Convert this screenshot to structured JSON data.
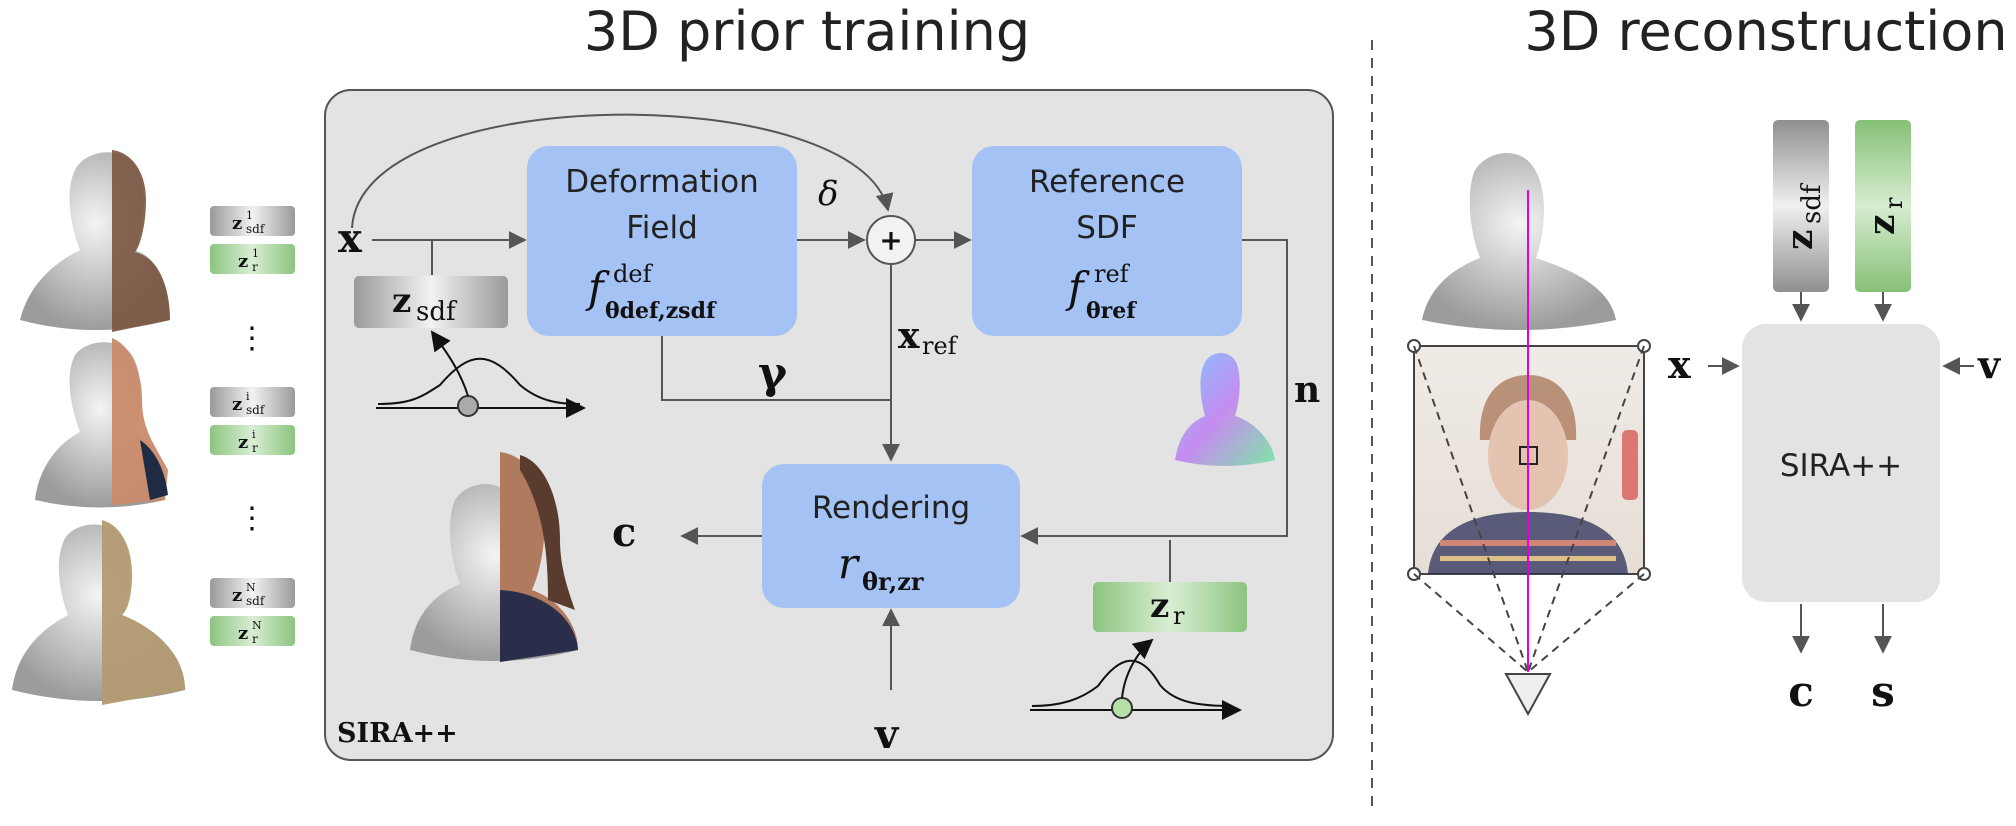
{
  "titles": {
    "left": "3D prior training",
    "right": "3D reconstruction"
  },
  "sira_box": {
    "label": "SIRA++"
  },
  "deformation_field": {
    "line1": "Deformation",
    "line2": "Field",
    "formula_main": "f",
    "formula_sup": "def",
    "formula_sub": "θdef,zsdf"
  },
  "reference_sdf": {
    "line1": "Reference",
    "line2": "SDF",
    "formula_main": "f",
    "formula_sup": "ref",
    "formula_sub": "θref"
  },
  "rendering": {
    "label": "Rendering",
    "formula_main": "r",
    "formula_sub": "θr,zr"
  },
  "symbols": {
    "x": "x",
    "delta": "δ",
    "plus": "+",
    "x_ref_main": "x",
    "x_ref_sub": "ref",
    "gamma": "γ",
    "n": "n",
    "c": "c",
    "v": "v",
    "s": "s"
  },
  "latents": {
    "z_sdf_main": "z",
    "z_sdf_sub": "sdf",
    "z_r_main": "z",
    "z_r_sub": "r"
  },
  "latent_list": [
    {
      "sdf_sup": "1",
      "r_sup": "1"
    },
    {
      "sdf_sup": "i",
      "r_sup": "i"
    },
    {
      "sdf_sup": "N",
      "r_sup": "N"
    }
  ],
  "latent_list_sub_sdf": "sdf",
  "latent_list_sub_r": "r",
  "ellipsis": "⋮",
  "reconstruction": {
    "model_label": "SIRA++"
  },
  "colors": {
    "blue_box": "#a4c2f4",
    "panel_gray": "#e3e3e3",
    "gray_latent": "#b8b8b8",
    "green_latent": "#a9d39e",
    "ray": "#e000e0"
  }
}
